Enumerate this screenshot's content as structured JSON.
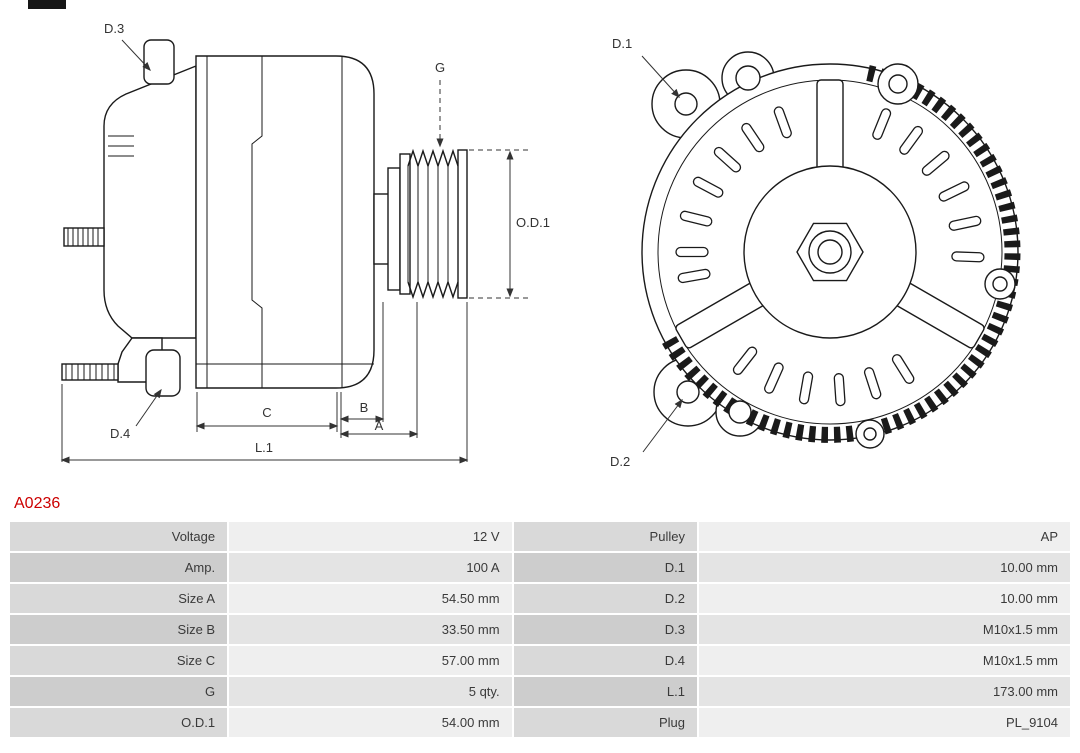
{
  "part_number": "A0236",
  "code_color": "#cc0000",
  "drawing_line_color": "#1a1a1a",
  "diagram": {
    "side_view": {
      "d3": "D.3",
      "g": "G",
      "od1": "O.D.1",
      "d4": "D.4",
      "dim_c": "C",
      "dim_b": "B",
      "dim_a": "A",
      "dim_l1": "L.1"
    },
    "front_view": {
      "d1": "D.1",
      "d2": "D.2"
    }
  },
  "spec_table": {
    "rows": [
      {
        "label_left": "Voltage",
        "value_left": "12 V",
        "label_right": "Pulley",
        "value_right": "AP"
      },
      {
        "label_left": "Amp.",
        "value_left": "100 A",
        "label_right": "D.1",
        "value_right": "10.00 mm"
      },
      {
        "label_left": "Size A",
        "value_left": "54.50 mm",
        "label_right": "D.2",
        "value_right": "10.00 mm"
      },
      {
        "label_left": "Size B",
        "value_left": "33.50 mm",
        "label_right": "D.3",
        "value_right": "M10x1.5 mm"
      },
      {
        "label_left": "Size C",
        "value_left": "57.00 mm",
        "label_right": "D.4",
        "value_right": "M10x1.5 mm"
      },
      {
        "label_left": "G",
        "value_left": "5 qty.",
        "label_right": "L.1",
        "value_right": "173.00 mm"
      },
      {
        "label_left": "O.D.1",
        "value_left": "54.00 mm",
        "label_right": "Plug",
        "value_right": "PL_9104"
      }
    ]
  }
}
